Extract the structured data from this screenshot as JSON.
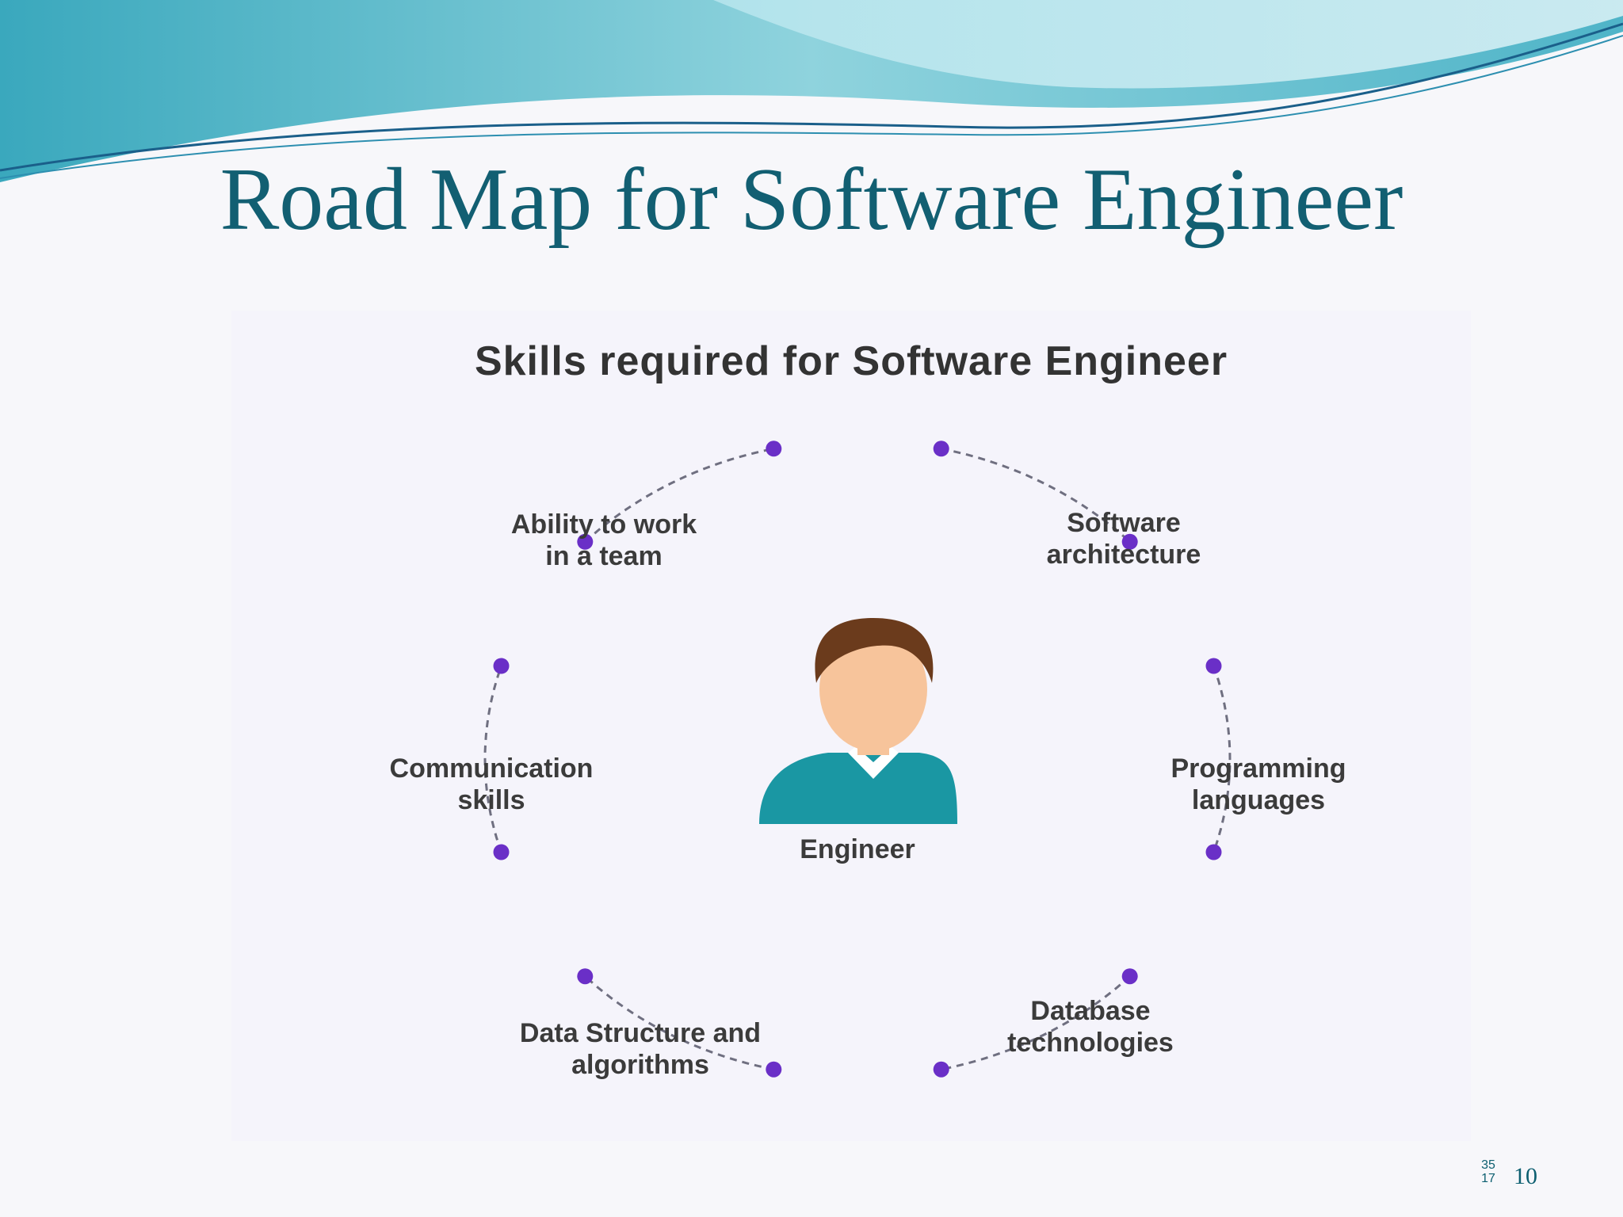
{
  "slide": {
    "title": "Road Map for Software Engineer",
    "footer_numbers": [
      "35",
      "17"
    ],
    "page_number": "10"
  },
  "diagram": {
    "title": "Skills required for Software Engineer",
    "center_label": "Engineer",
    "skills": [
      {
        "lines": [
          "Software",
          "architecture"
        ]
      },
      {
        "lines": [
          "Programming",
          "languages"
        ]
      },
      {
        "lines": [
          "Database",
          "technologies"
        ]
      },
      {
        "lines": [
          "Data Structure and",
          "algorithms"
        ]
      },
      {
        "lines": [
          "Communication",
          "skills"
        ]
      },
      {
        "lines": [
          "Ability to work",
          "in a team"
        ]
      }
    ],
    "colors": {
      "node": "#6a2fc7",
      "connector": "#6f6f80",
      "shirt": "#1a97a3",
      "hair": "#6b3b1c",
      "skin": "#f7c49b",
      "title_text": "#125f72"
    },
    "icons": [
      "engineer-avatar-icon"
    ]
  }
}
